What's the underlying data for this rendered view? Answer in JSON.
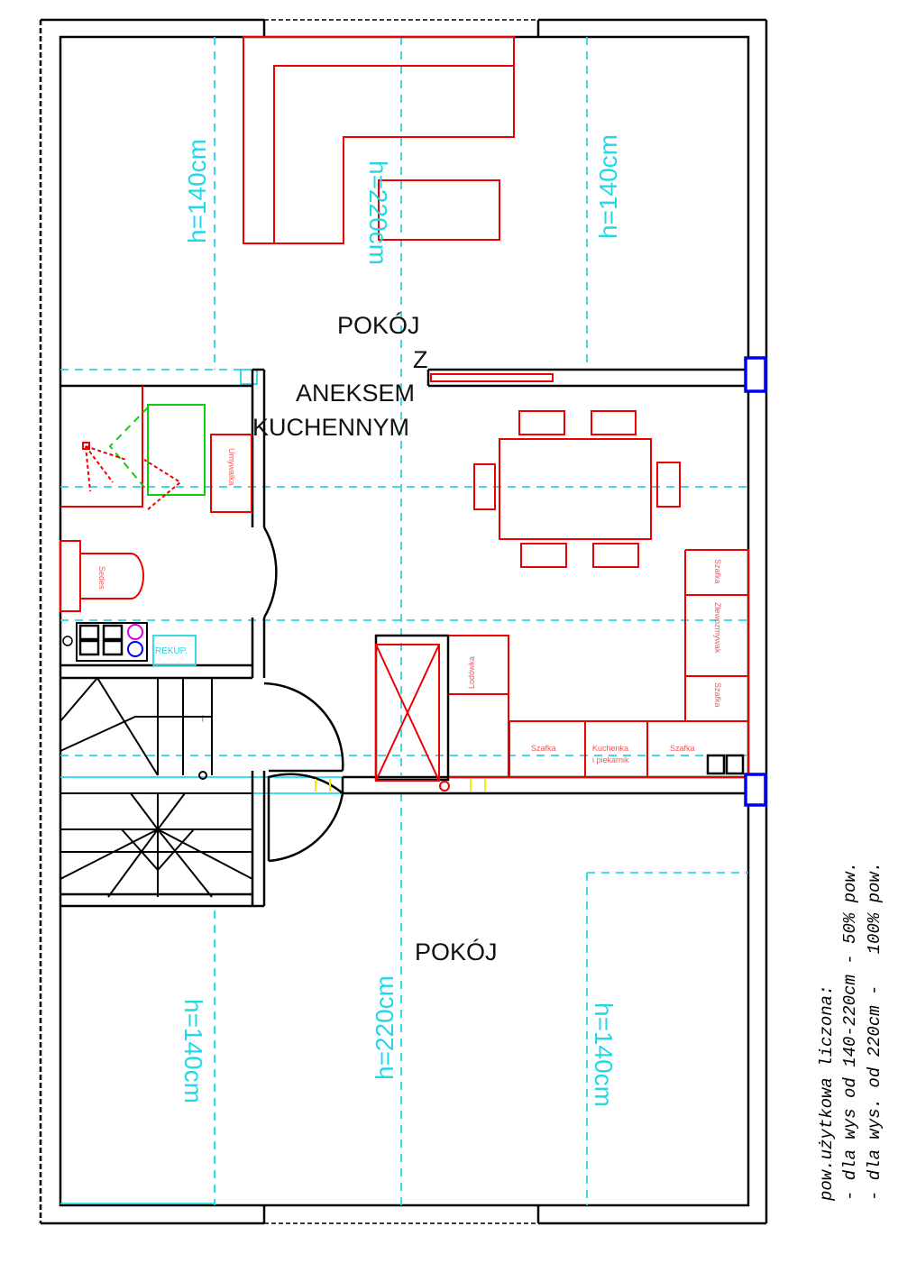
{
  "rooms": {
    "living_kitchen": [
      "POKÓJ",
      "Z",
      "ANEKSEM",
      "KUCHENNYM"
    ],
    "bottom_room": "POKÓJ"
  },
  "heights": {
    "top_left": "h=140cm",
    "top_center": "h=220cm",
    "top_right": "h=140cm",
    "bottom_left": "h=140cm",
    "bottom_center": "h=220cm",
    "bottom_right": "h=140cm"
  },
  "fixtures": {
    "washbasin": "Umywalka",
    "toilet": "Sedes",
    "recuperator": "REKUP.",
    "fridge": "Lodówka",
    "cabinet_right_top": "Szafka",
    "sink": "Zlewozmywak",
    "cabinet_right_low": "Szafka",
    "cabinet_bottom_1": "Szafka",
    "stove_line1": "Kuchenka",
    "stove_line2": "i piekarnik",
    "cabinet_bottom_2": "Szafka"
  },
  "note": {
    "title": "pow.użytkowa liczona:",
    "line1": "- dla wys od 140-220cm - 50% pow.",
    "line2": "- dla wys. od 220cm -   100% pow."
  },
  "colors": {
    "wall": "#000000",
    "furniture": "#ee0000",
    "height_lines": "#22d8e6",
    "window": "#0000ff"
  }
}
